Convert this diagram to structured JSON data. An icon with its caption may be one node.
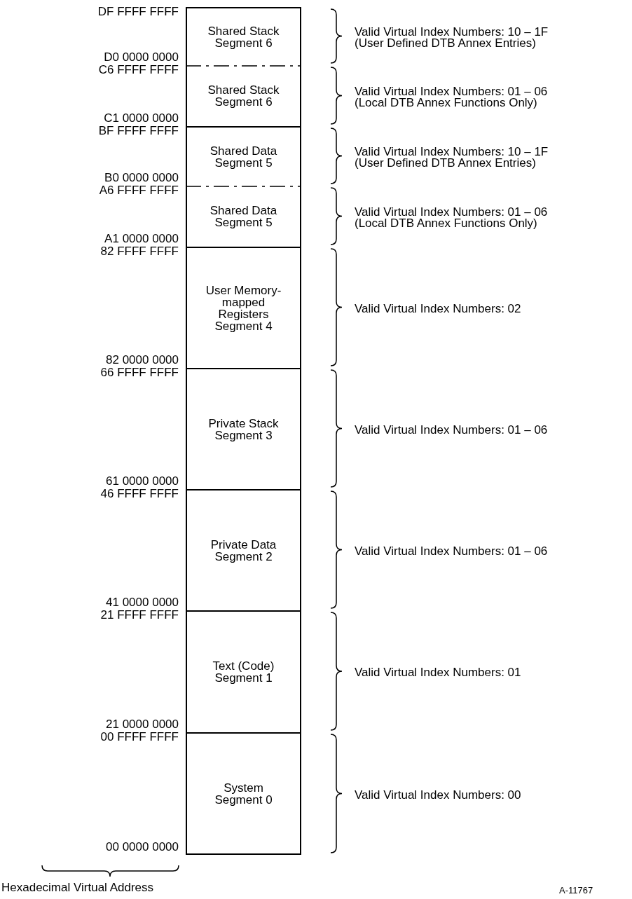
{
  "diagram": {
    "nodes": [
      {
        "text": [
          "Shared Stack Segment 6"
        ]
      },
      {
        "text": [
          "Shared Stack Segment 6"
        ]
      },
      {
        "text": [
          "Shared Data Segment 5"
        ]
      },
      {
        "text": [
          "Shared Data Segment 5"
        ]
      },
      {
        "text": [
          "User Memory-mapped Registers Segment 4"
        ]
      },
      {
        "text": [
          "Private Stack Segment 3"
        ]
      },
      {
        "text": [
          "Private Data Segment 2"
        ]
      },
      {
        "text": [
          "Text (Code) Segment 1"
        ]
      },
      {
        "text": [
          "System Segment 0"
        ]
      }
    ],
    "labels": [
      "DF FFFF FFFF",
      "D0 0000 0000",
      "C6 FFFF FFFF",
      "C1 0000 0000",
      "BF FFFF FFFF",
      "B0 0000 0000",
      "A6 FFFF FFFF",
      "A1 0000 0000",
      "82 FFFF FFFF",
      "82 0000 0000",
      "66 FFFF FFFF",
      "61 0000 0000",
      "46 FFFF FFFF",
      "41 0000 0000",
      "21 FFFF FFFF",
      "21 0000 0000",
      "00 FFFF FFFF",
      "00 0000 0000",
      "Valid Virtual Index Numbers: 10 – 1F",
      "(User Defined DTB Annex Entries)",
      "Valid Virtual Index Numbers: 01 – 06",
      "(Local DTB Annex Functions Only)",
      "Valid Virtual Index Numbers: 10 – 1F",
      "(User Defined DTB Annex Entries)",
      "Valid Virtual Index Numbers: 01 – 06",
      "(Local DTB Annex Functions Only)",
      "Valid Virtual Index Numbers: 02",
      "Valid Virtual Index Numbers: 01 – 06",
      "Valid Virtual Index Numbers: 01 – 06",
      "Valid Virtual Index Numbers: 01",
      "Valid Virtual Index Numbers: 00",
      "Hexadecimal Virtual Address",
      "A-11767"
    ]
  }
}
